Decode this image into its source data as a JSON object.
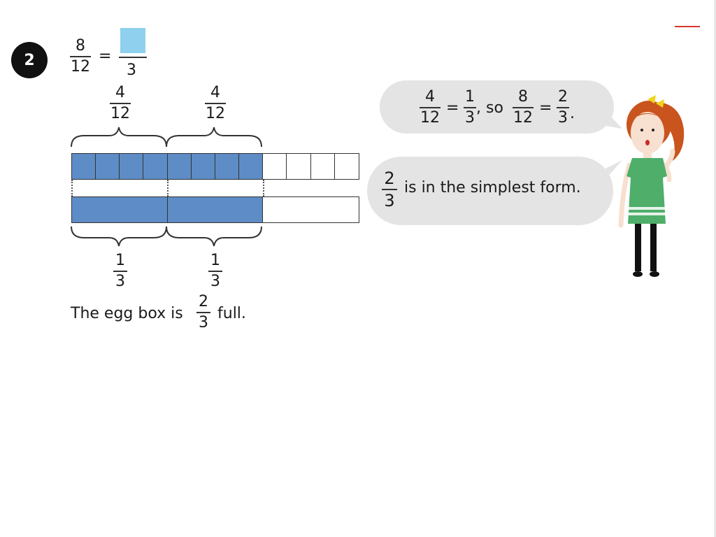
{
  "question": {
    "number": "2",
    "lhs": {
      "num": "8",
      "den": "12"
    },
    "equals": "=",
    "rhs_den": "3"
  },
  "bar_model": {
    "top_labels": [
      {
        "num": "4",
        "den": "12"
      },
      {
        "num": "4",
        "den": "12"
      }
    ],
    "bottom_labels": [
      {
        "num": "1",
        "den": "3"
      },
      {
        "num": "1",
        "den": "3"
      }
    ],
    "twelfths_total": 12,
    "twelfths_filled": 8,
    "thirds_total": 3,
    "thirds_filled": 2
  },
  "caption": {
    "before": "The egg box is",
    "frac": {
      "num": "2",
      "den": "3"
    },
    "after": "full."
  },
  "bubble1": {
    "a": {
      "num": "4",
      "den": "12"
    },
    "eq1": "=",
    "b": {
      "num": "1",
      "den": "3"
    },
    "mid": ", so",
    "c": {
      "num": "8",
      "den": "12"
    },
    "eq2": "=",
    "d": {
      "num": "2",
      "den": "3"
    },
    "end": "."
  },
  "bubble2": {
    "frac": {
      "num": "2",
      "den": "3"
    },
    "text": "is in the simplest form."
  },
  "colors": {
    "filled": "#5e8cc6",
    "answer_box": "#8ed0ee",
    "bubble": "#e4e4e4",
    "dress": "#4fae6a",
    "hair": "#c9541e"
  }
}
